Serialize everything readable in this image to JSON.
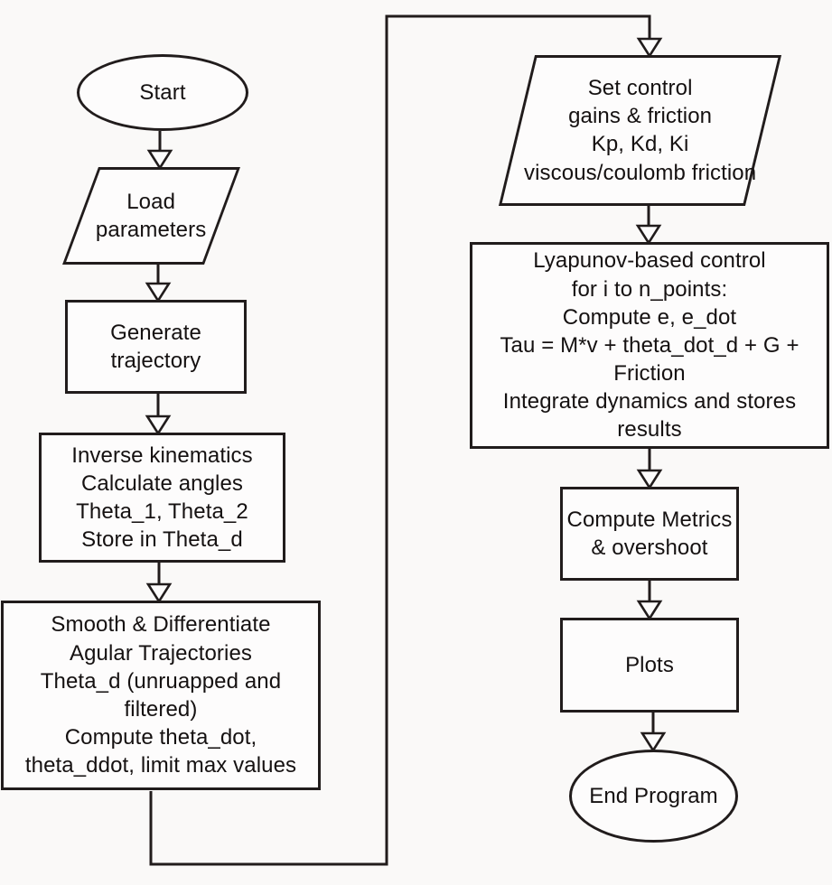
{
  "diagram": {
    "type": "flowchart",
    "colors": {
      "stroke": "#211c1c",
      "background": "#faf9f8",
      "node_fill": "#fdfcfc"
    },
    "nodes": {
      "start": {
        "shape": "terminator",
        "label": "Start"
      },
      "load_parameters": {
        "shape": "parallelogram",
        "label": "Load\nparameters"
      },
      "generate_trajectory": {
        "shape": "process",
        "label": "Generate\ntrajectory"
      },
      "inverse_kinematics": {
        "shape": "process",
        "label": "Inverse kinematics\nCalculate angles\nTheta_1, Theta_2\nStore in Theta_d"
      },
      "smooth_differentiate": {
        "shape": "process",
        "label": "Smooth & Differentiate\nAgular Trajectories\nTheta_d (unruapped and\nfiltered)\nCompute theta_dot,\ntheta_ddot, limit max values"
      },
      "set_control_gains": {
        "shape": "parallelogram",
        "label": "Set control\ngains & friction\nKp, Kd, Ki\nviscous/coulomb friction"
      },
      "lyapunov_control": {
        "shape": "process",
        "label": "Lyapunov-based control\nfor i to n_points:\nCompute e, e_dot\nTau = M*v + theta_dot_d + G +\nFriction\nIntegrate dynamics and stores\nresults"
      },
      "compute_metrics": {
        "shape": "process",
        "label": "Compute Metrics\n& overshoot"
      },
      "plots": {
        "shape": "process",
        "label": "Plots"
      },
      "end": {
        "shape": "terminator",
        "label": "End Program"
      }
    },
    "edges": [
      "start -> load_parameters",
      "load_parameters -> generate_trajectory",
      "generate_trajectory -> inverse_kinematics",
      "inverse_kinematics -> smooth_differentiate",
      "smooth_differentiate -> set_control_gains",
      "set_control_gains -> lyapunov_control",
      "lyapunov_control -> compute_metrics",
      "compute_metrics -> plots",
      "plots -> end"
    ]
  }
}
